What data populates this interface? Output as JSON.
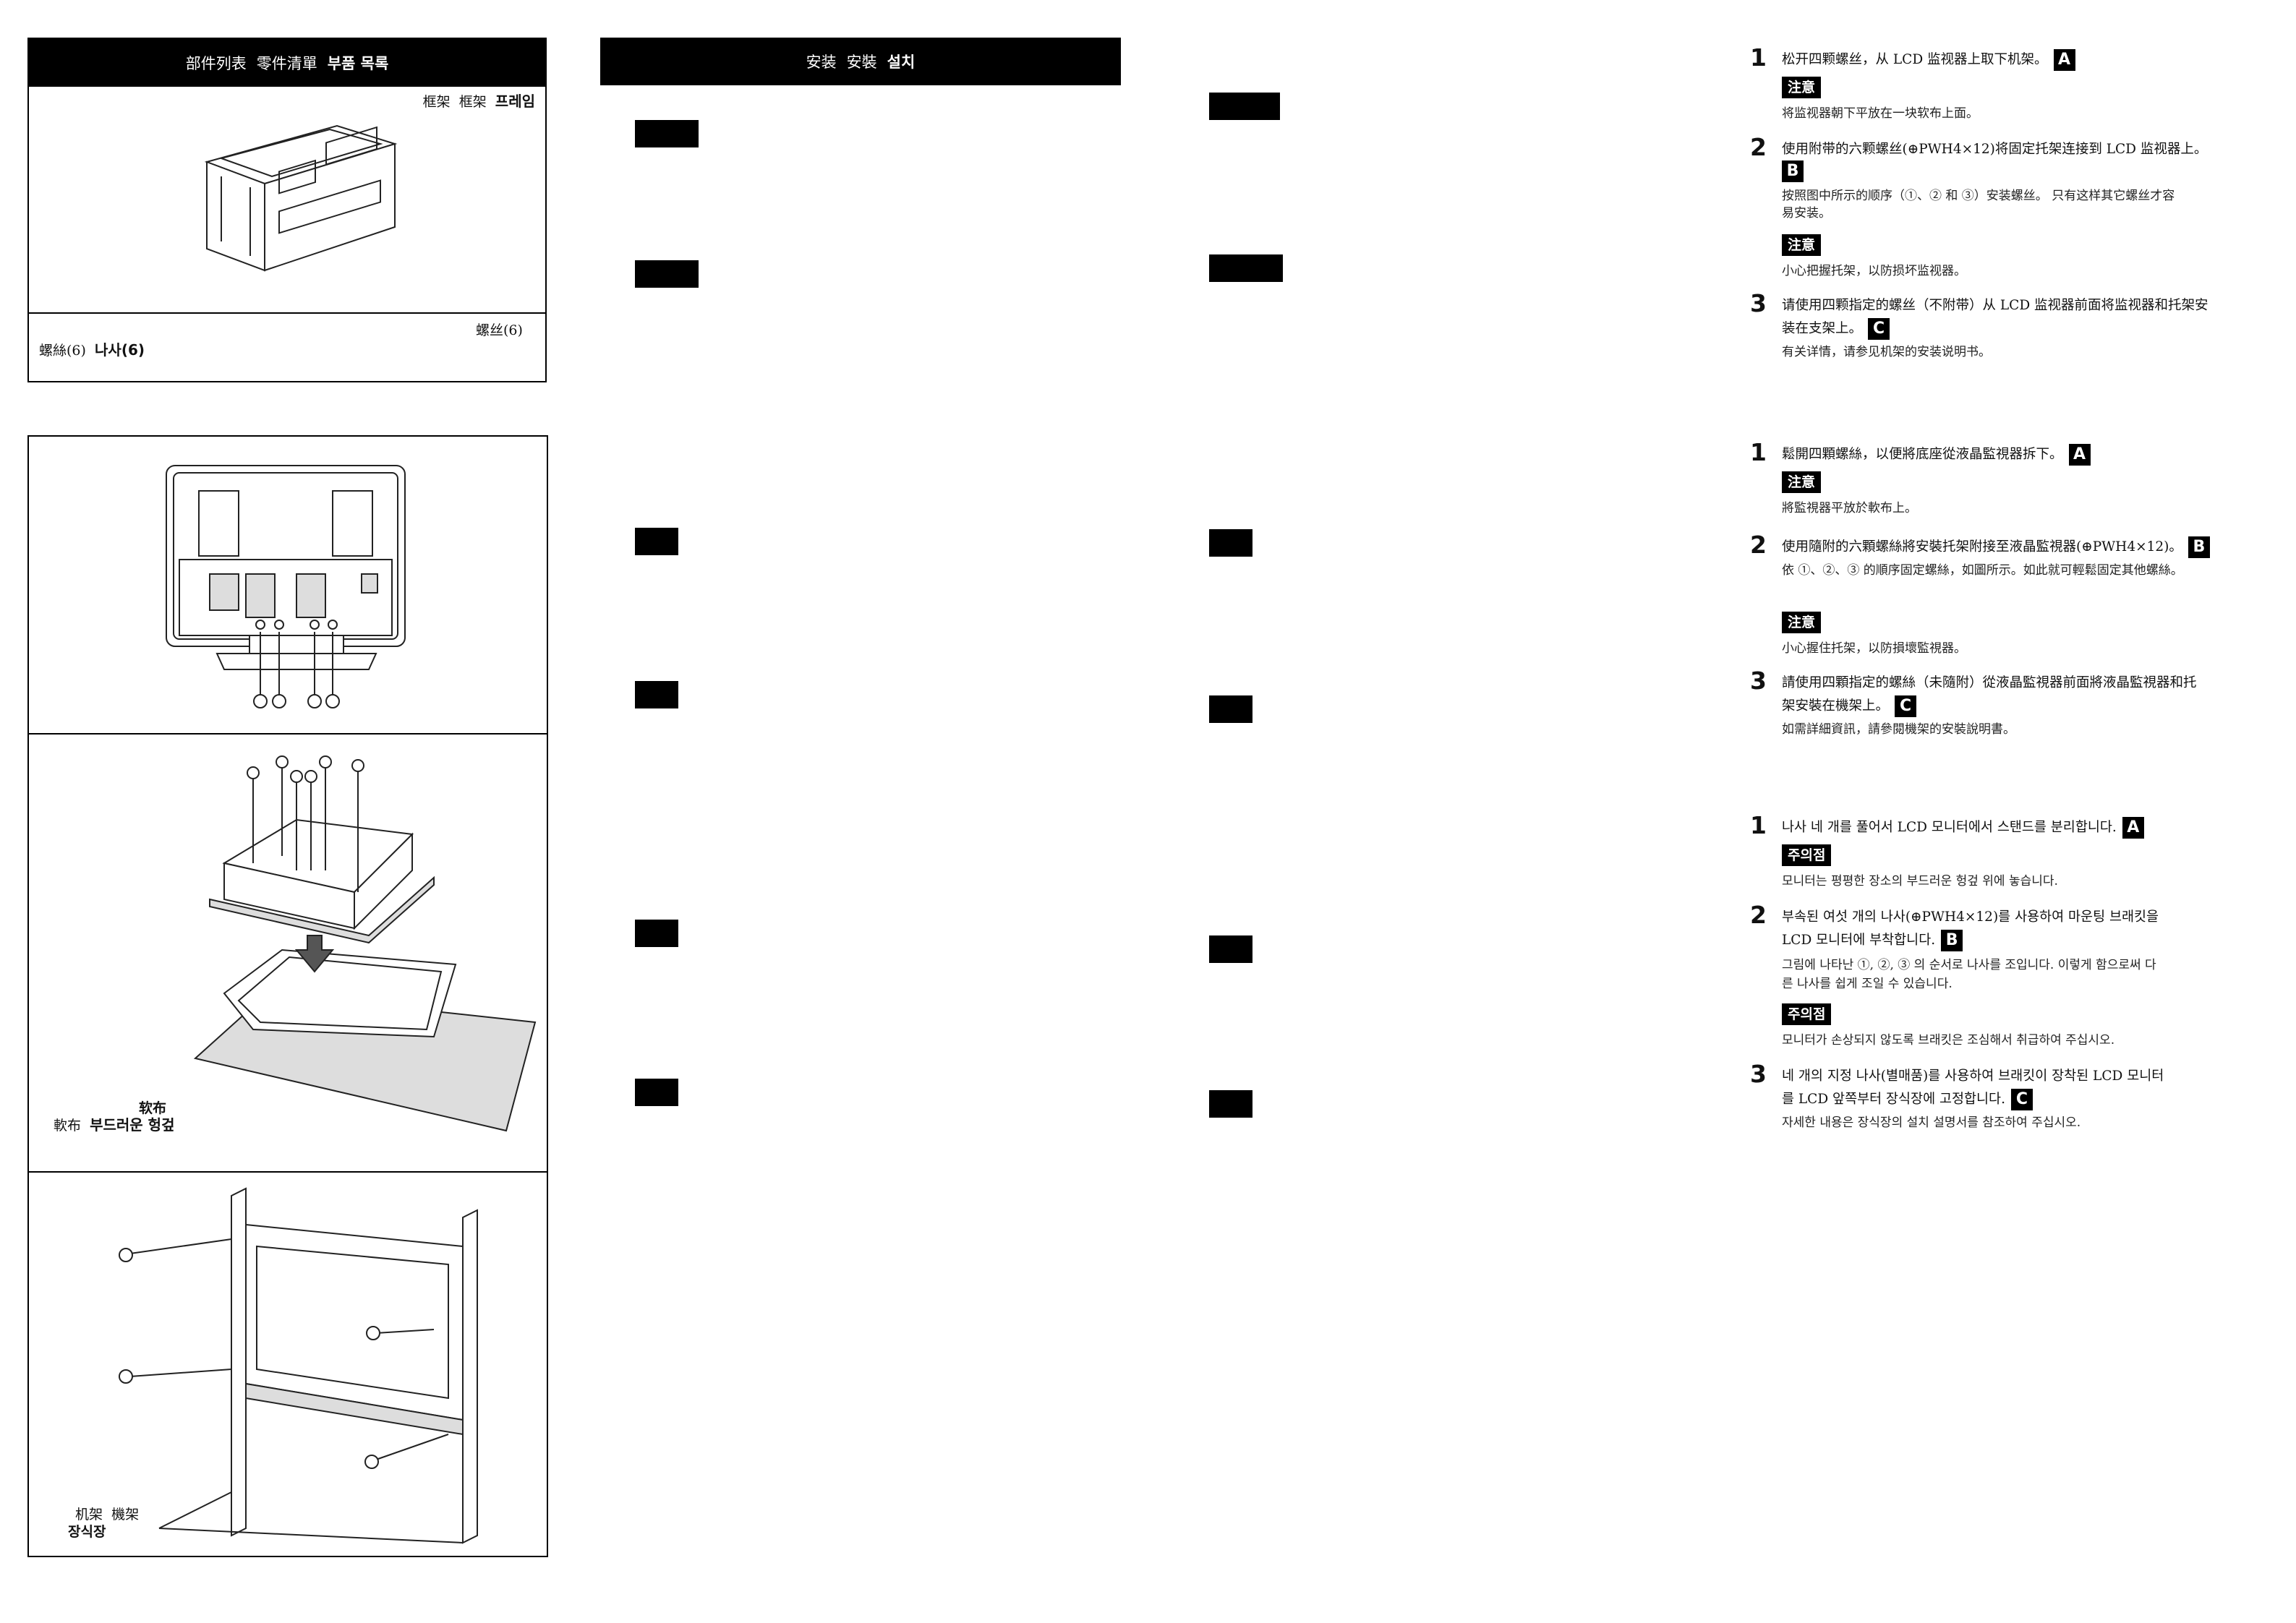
{
  "parts_list": {
    "header": [
      "部件列表",
      "零件清單",
      "부품 목록"
    ],
    "frame_label": [
      "框架",
      "框架",
      "프레임"
    ],
    "screw_label_simplified": "螺丝(6)",
    "screw_label_traditional": "螺絲(6)",
    "screw_label_korean": "나사(6)"
  },
  "install": {
    "header": [
      "安装",
      "安裝",
      "설치"
    ]
  },
  "figure_labels": {
    "soft_cloth_simplified": "软布",
    "soft_cloth_traditional": "軟布",
    "soft_cloth_korean": "부드러운 헝겊",
    "rack_simplified": "机架",
    "rack_traditional": "機架",
    "rack_korean": "장식장"
  },
  "sections": {
    "simplified": {
      "steps": [
        {
          "num": "1",
          "lines": [
            "松开四颗螺丝，从 LCD 监视器上取下机架。"
          ],
          "tag": "A",
          "note_label": "注意",
          "note_lines": [
            "将监视器朝下平放在一块软布上面。"
          ]
        },
        {
          "num": "2",
          "lines": [
            "使用附带的六颗螺丝(⊕PWH4×12)将固定托架连接到 LCD 监视器上。"
          ],
          "tag": "B",
          "sub_lines": [
            "按照图中所示的顺序（①、② 和 ③）安装螺丝。 只有这样其它螺丝才容",
            "易安装。"
          ],
          "note_label": "注意",
          "note_lines": [
            "小心把握托架，以防损坏监视器。"
          ]
        },
        {
          "num": "3",
          "lines": [
            "请使用四颗指定的螺丝（不附带）从 LCD 监视器前面将监视器和托架安",
            "装在支架上。"
          ],
          "tag": "C",
          "sub_lines": [
            "有关详情，请参见机架的安装说明书。"
          ]
        }
      ]
    },
    "traditional": {
      "steps": [
        {
          "num": "1",
          "lines": [
            "鬆開四顆螺絲，以便將底座從液晶監視器拆下。"
          ],
          "tag": "A",
          "note_label": "注意",
          "note_lines": [
            "將監視器平放於軟布上。"
          ]
        },
        {
          "num": "2",
          "lines": [
            "使用隨附的六顆螺絲將安裝托架附接至液晶監視器(⊕PWH4×12)。"
          ],
          "tag": "B",
          "sub_lines": [
            "依 ①、②、③ 的順序固定螺絲，如圖所示。如此就可輕鬆固定其他螺絲。"
          ],
          "note_label": "注意",
          "note_lines": [
            "小心握住托架，以防損壞監視器。"
          ]
        },
        {
          "num": "3",
          "lines": [
            "請使用四顆指定的螺絲（未隨附）從液晶監視器前面將液晶監視器和托",
            "架安裝在機架上。"
          ],
          "tag": "C",
          "sub_lines": [
            "如需詳細資訊，請參閱機架的安裝說明書。"
          ]
        }
      ]
    },
    "korean": {
      "steps": [
        {
          "num": "1",
          "lines": [
            "나사 네 개를 풀어서 LCD 모니터에서 스탠드를 분리합니다."
          ],
          "tag": "A",
          "note_label": "주의점",
          "note_lines": [
            "모니터는 평평한 장소의 부드러운 헝겊 위에 놓습니다."
          ]
        },
        {
          "num": "2",
          "lines": [
            "부속된 여섯 개의 나사(⊕PWH4×12)를 사용하여 마운팅 브래킷을",
            "LCD 모니터에 부착합니다."
          ],
          "tag": "B",
          "sub_lines": [
            "그림에 나타난 ①, ②, ③ 의 순서로 나사를 조입니다. 이렇게 함으로써 다",
            "른 나사를 쉽게 조일 수 있습니다."
          ],
          "note_label": "주의점",
          "note_lines": [
            "모니터가 손상되지 않도록 브래킷은 조심해서 취급하여 주십시오."
          ]
        },
        {
          "num": "3",
          "lines": [
            "네 개의 지정 나사(별매품)를 사용하여 브래킷이 장착된 LCD 모니터",
            "를 LCD 앞쪽부터 장식장에 고정합니다."
          ],
          "tag": "C",
          "sub_lines": [
            "자세한 내용은 장식장의 설치 설명서를 참조하여 주십시오."
          ]
        }
      ]
    }
  }
}
